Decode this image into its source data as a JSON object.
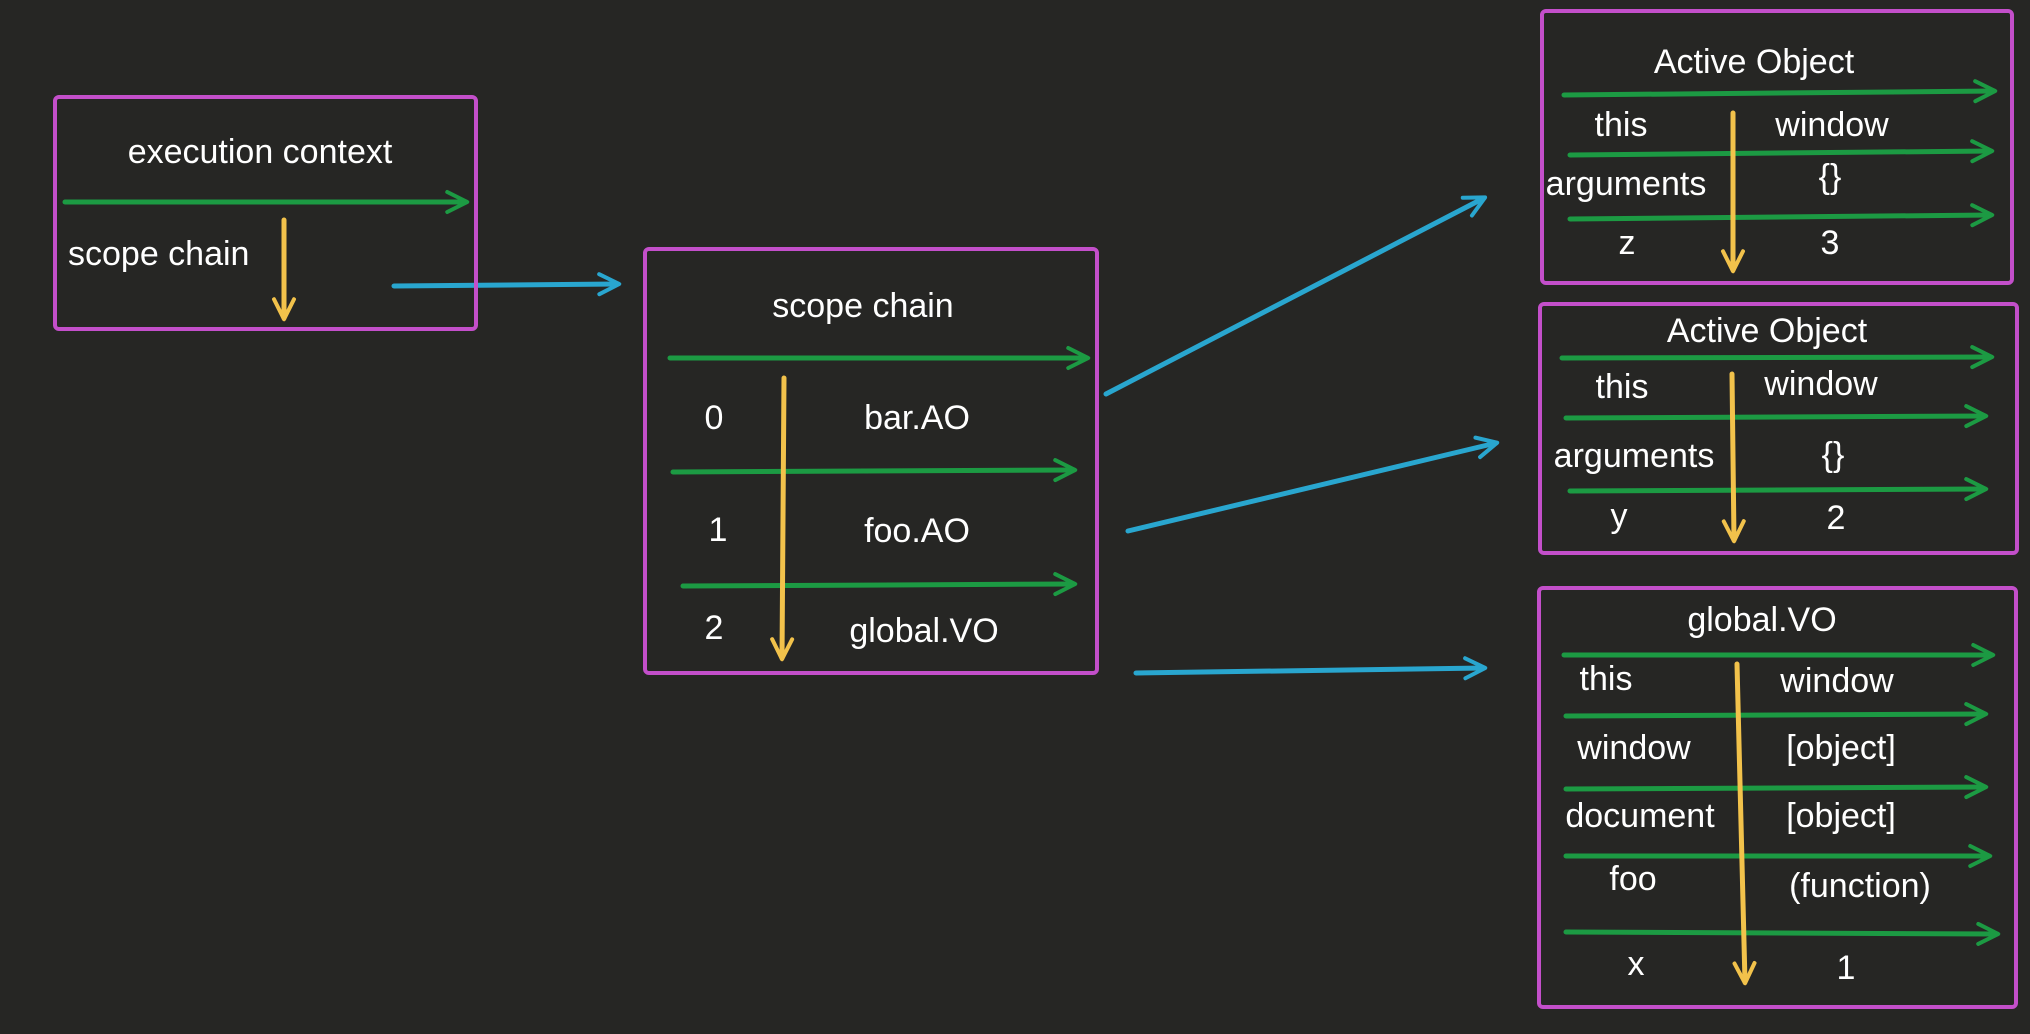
{
  "colors": {
    "background": "#262624",
    "box_border": "#c34fca",
    "green_arrow": "#1c9a43",
    "yellow_arrow": "#f2c24b",
    "blue_arrow": "#29a6cf",
    "text": "#ffffff"
  },
  "execution_context": {
    "title": "execution context",
    "row_label": "scope chain"
  },
  "scope_chain": {
    "title": "scope chain",
    "entries": [
      {
        "index": "0",
        "value": "bar.AO"
      },
      {
        "index": "1",
        "value": "foo.AO"
      },
      {
        "index": "2",
        "value": "global.VO"
      }
    ]
  },
  "bar_ao": {
    "title": "Active Object",
    "rows": [
      {
        "key": "this",
        "value": "window"
      },
      {
        "key": "arguments",
        "value": "{}"
      },
      {
        "key": "z",
        "value": "3"
      }
    ]
  },
  "foo_ao": {
    "title": "Active Object",
    "rows": [
      {
        "key": "this",
        "value": "window"
      },
      {
        "key": "arguments",
        "value": "{}"
      },
      {
        "key": "y",
        "value": "2"
      }
    ]
  },
  "global_vo": {
    "title": "global.VO",
    "rows": [
      {
        "key": "this",
        "value": "window"
      },
      {
        "key": "window",
        "value": "[object]"
      },
      {
        "key": "document",
        "value": "[object]"
      },
      {
        "key": "foo",
        "value": "(function)"
      },
      {
        "key": "x",
        "value": "1"
      }
    ]
  }
}
